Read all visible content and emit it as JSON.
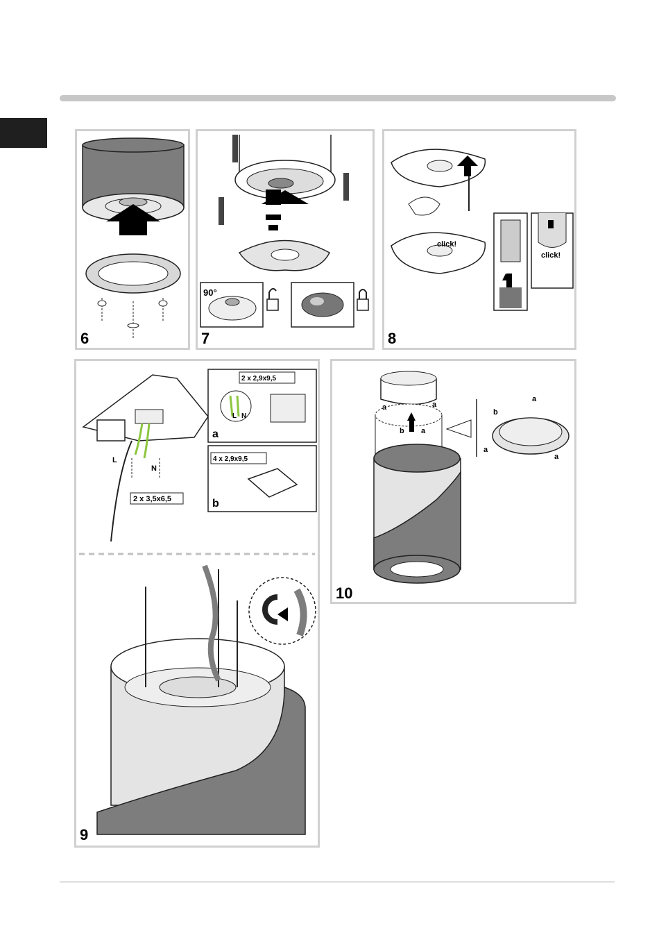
{
  "steps": {
    "s6": "6",
    "s7": "7",
    "s8": "8",
    "s9": "9",
    "s10": "10"
  },
  "labels": {
    "angle": "90°",
    "click1": "click!",
    "click2": "click!",
    "live": "L",
    "neutral": "N",
    "live_a": "L",
    "neutral_a": "N",
    "sub_a": "a",
    "sub_b": "b",
    "screws_main": "2 x 3,5x6,5",
    "screws_a": "2 x 2,9x9,5",
    "screws_b": "4 x 2,9x9,5",
    "ring_a1": "a",
    "ring_a2": "a",
    "ring_b1": "b",
    "ring_a3": "a",
    "detail_b": "b",
    "detail_a1": "a",
    "detail_a2": "a",
    "detail_a3": "a"
  },
  "colors": {
    "panel_border": "#d0d0d0",
    "chimney_gray": "#7d7d7d",
    "light_gray": "#e4e4e4",
    "wire_green": "#8cc63f"
  }
}
